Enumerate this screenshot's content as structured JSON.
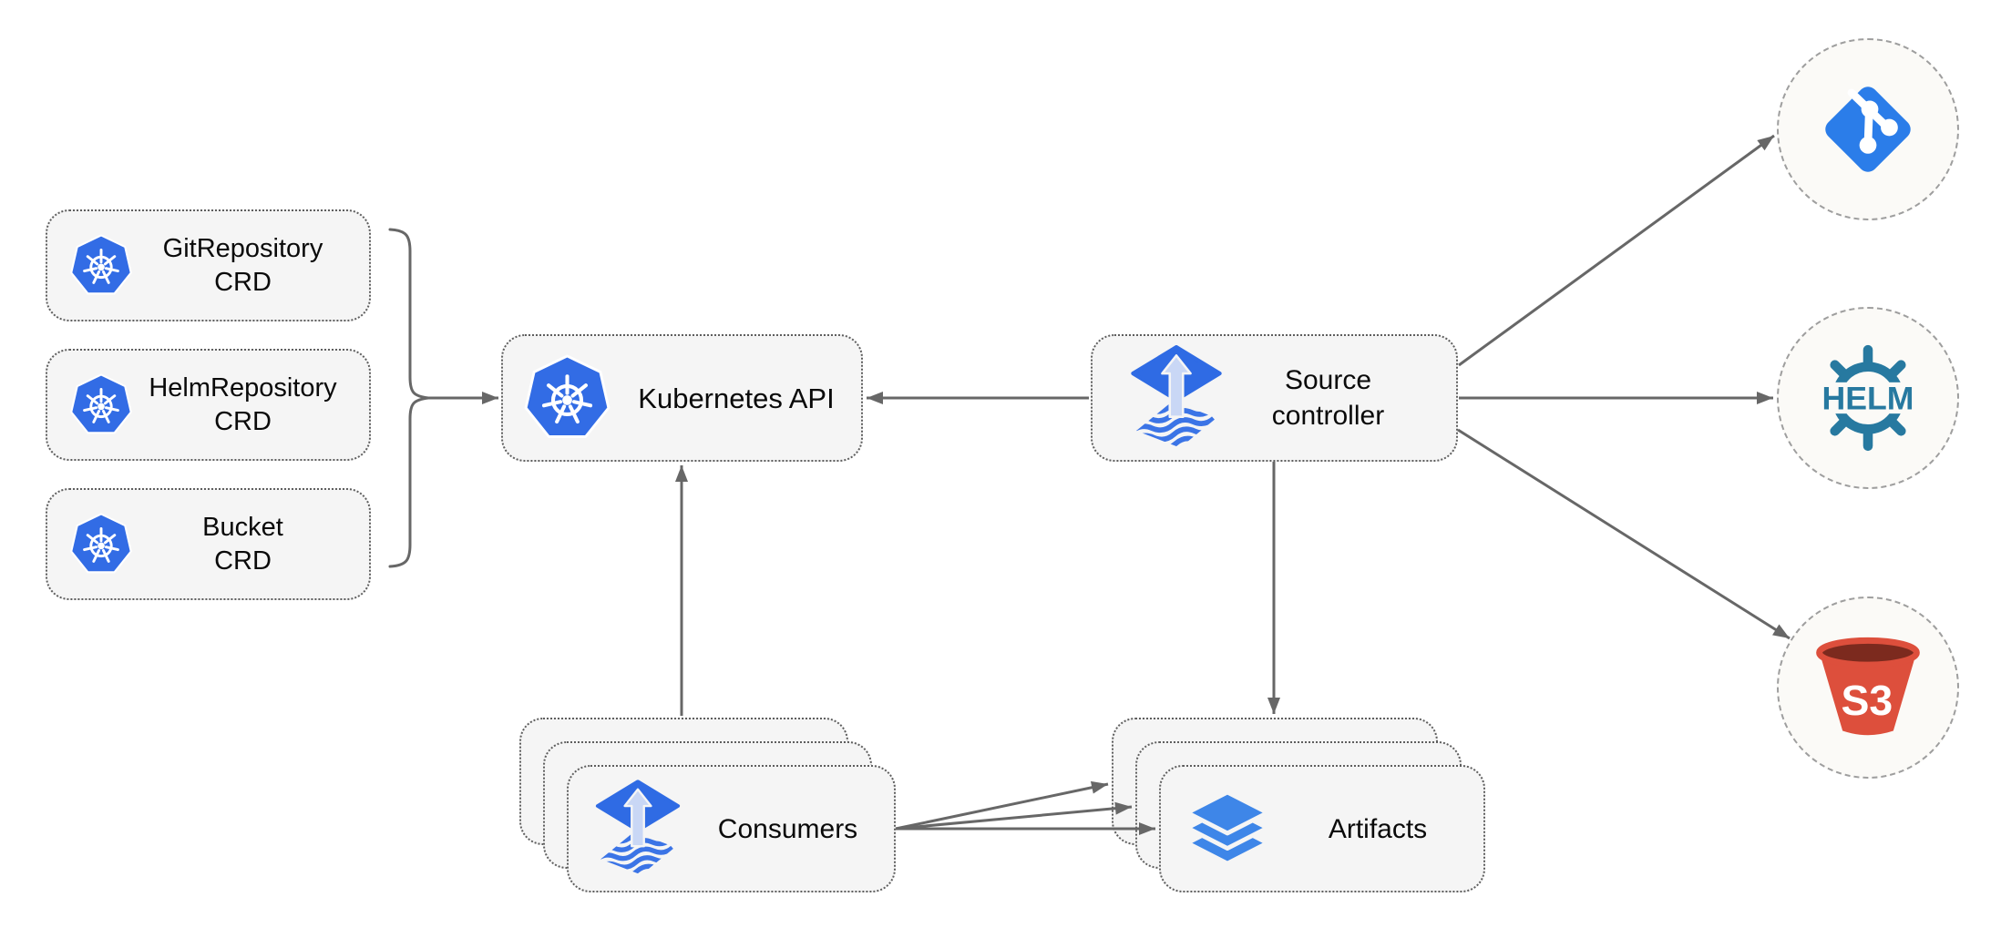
{
  "diagram": {
    "type": "architecture-diagram",
    "subject": "Flux source-controller",
    "background": "#ffffff"
  },
  "nodes": {
    "crds": [
      {
        "id": "gitrepository-crd",
        "icon": "kubernetes-icon",
        "label": "GitRepository\nCRD"
      },
      {
        "id": "helmrepository-crd",
        "icon": "kubernetes-icon",
        "label": "HelmRepository\nCRD"
      },
      {
        "id": "bucket-crd",
        "icon": "kubernetes-icon",
        "label": "Bucket\nCRD"
      }
    ],
    "kubernetes_api": {
      "icon": "kubernetes-icon",
      "label": "Kubernetes API"
    },
    "source_controller": {
      "icon": "flux-source-icon",
      "label": "Source\ncontroller"
    },
    "consumers": {
      "icon": "flux-source-icon",
      "label": "Consumers",
      "stacked": 3
    },
    "artifacts": {
      "icon": "layers-icon",
      "label": "Artifacts",
      "stacked": 3
    },
    "git": {
      "icon": "git-icon",
      "label": ""
    },
    "helm": {
      "icon": "helm-icon",
      "label": "HELM"
    },
    "s3": {
      "icon": "s3-bucket-icon",
      "label": "S3"
    }
  },
  "edges": [
    {
      "from": "crd-group-bracket",
      "to": "kubernetes-api"
    },
    {
      "from": "source-controller",
      "to": "kubernetes-api"
    },
    {
      "from": "consumers",
      "to": "kubernetes-api"
    },
    {
      "from": "source-controller",
      "to": "artifacts"
    },
    {
      "from": "source-controller",
      "to": "git"
    },
    {
      "from": "source-controller",
      "to": "helm"
    },
    {
      "from": "source-controller",
      "to": "s3"
    },
    {
      "from": "consumers",
      "to": "artifacts",
      "count": 3
    }
  ],
  "colors": {
    "node_fill": "#f5f5f5",
    "node_border": "#5e5e5e",
    "arrow": "#676767",
    "kubernetes_blue": "#326ce5",
    "flux_blue": "#2f6be4",
    "flux_arrow_light": "#c9d7f5",
    "layers_blue": "#3e86e8",
    "git_blue": "#2b7de9",
    "helm_teal": "#2779a0",
    "s3_red": "#dd4f3c",
    "s3_dark_red": "#7c2a1e",
    "circle_fill": "#fbfaf7",
    "circle_border": "#9e9e9e"
  }
}
